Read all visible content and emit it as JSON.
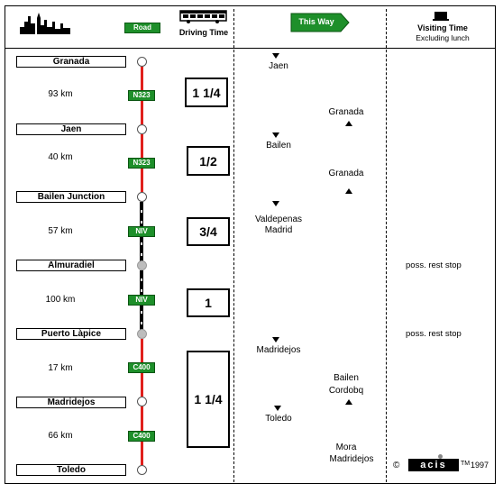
{
  "header": {
    "road_label": "Road",
    "driving_time_label": "Driving Time",
    "this_way_label": "This Way",
    "visiting_time_label": "Visiting Time",
    "visiting_time_sub": "Excluding lunch"
  },
  "cities": [
    "Granada",
    "Jaen",
    "Bailen Junction",
    "Almuradiel",
    "Puerto Làpice",
    "Madridejos",
    "Toledo"
  ],
  "segments": [
    {
      "km": "93 km",
      "road": "N323",
      "time": "1 1/4"
    },
    {
      "km": "40 km",
      "road": "N323",
      "time": "1/2"
    },
    {
      "km": "57 km",
      "road": "NIV",
      "time": "3/4"
    },
    {
      "km": "100 km",
      "road": "NIV",
      "time": "1"
    },
    {
      "km": "17 km",
      "road": "C400",
      "time": "1 1/4"
    },
    {
      "km": "66 km",
      "road": "C400"
    }
  ],
  "directions_down": [
    "Jaen",
    "Bailen",
    "Valdepenas",
    "Madrid",
    "Madridejos",
    "Toledo"
  ],
  "directions_up": [
    "Granada",
    "Granada",
    "Bailen",
    "Cordobq",
    "Mora",
    "Madridejos"
  ],
  "notes": [
    "poss. rest stop",
    "poss. rest stop"
  ],
  "footer": {
    "copyright": "©",
    "logo": "acis",
    "tm": "TM",
    "year": "1997"
  }
}
